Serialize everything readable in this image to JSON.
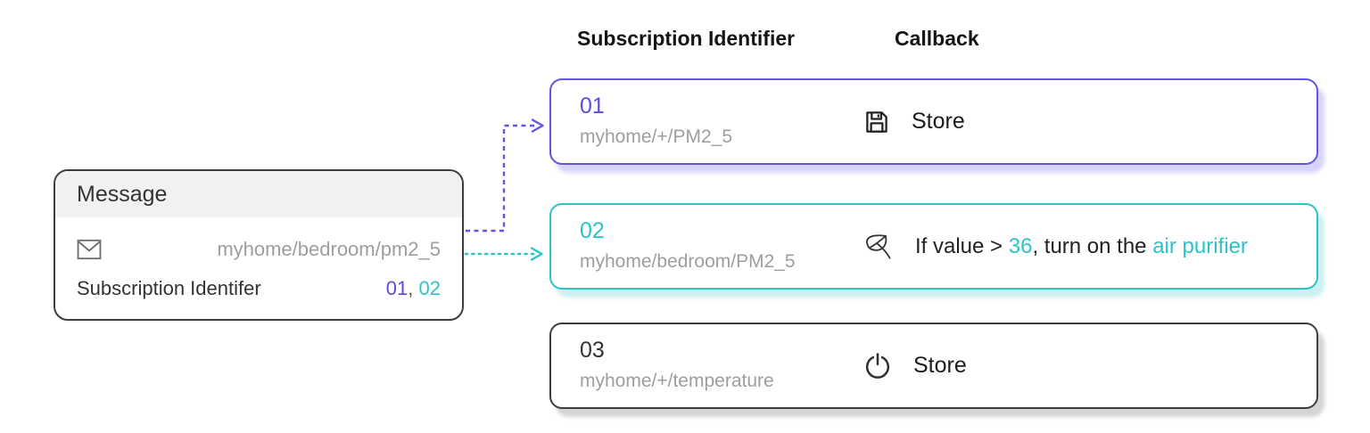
{
  "header": {
    "subscription_identifier": "Subscription Identifier",
    "callback": "Callback"
  },
  "colors": {
    "purple_accent": "#6355e0",
    "teal_accent": "#2cc3c9",
    "dark_accent": "#3d3d3d",
    "muted_text": "#9e9e9e"
  },
  "message_box": {
    "title": "Message",
    "topic": "myhome/bedroom/pm2_5",
    "topic_icon": "envelope-icon",
    "subscription_label": "Subscription Identifer",
    "subscription_ids": {
      "first": "01",
      "separator": ", ",
      "second": "02"
    }
  },
  "subscriptions": [
    {
      "id": "01",
      "topic": "myhome/+/PM2_5",
      "accent_color": "#5b4be0",
      "icon": "save-icon",
      "callback": {
        "label": "Store"
      }
    },
    {
      "id": "02",
      "topic": "myhome/bedroom/PM2_5",
      "accent_color": "#2cc3c9",
      "icon": "leaf-icon",
      "callback": {
        "prefix": "If value > ",
        "value": "36",
        "middle": ", turn on the ",
        "device": "air purifier"
      }
    },
    {
      "id": "03",
      "topic": "myhome/+/temperature",
      "accent_color": "#333333",
      "icon": "power-icon",
      "callback": {
        "label": "Store"
      }
    }
  ]
}
